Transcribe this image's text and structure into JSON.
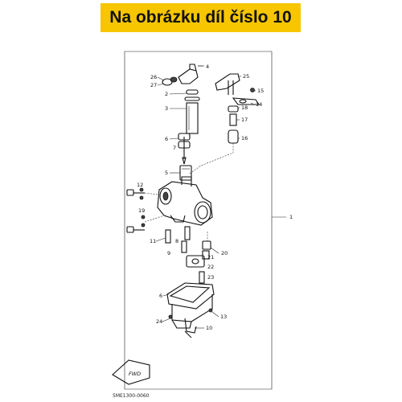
{
  "banner": {
    "text": "Na obrázku díl číslo 10",
    "color": "#f7c600"
  },
  "diagram": {
    "labels": {
      "l1": "1",
      "l2": "2",
      "l3": "3",
      "l4": "4",
      "l5": "5",
      "l6a": "6",
      "l6b": "6",
      "l7": "7",
      "l8": "8",
      "l9": "9",
      "l10": "10",
      "l11": "11",
      "l12": "12",
      "l13": "13",
      "l14": "14",
      "l15": "15",
      "l16": "16",
      "l17": "17",
      "l18": "18",
      "l19": "19",
      "l20": "20",
      "l21": "21",
      "l22": "22",
      "l23": "23",
      "l24": "24",
      "l25": "25",
      "l26": "26",
      "l27": "27"
    },
    "fwd": "FWD",
    "code": "5ME1300-0060"
  }
}
